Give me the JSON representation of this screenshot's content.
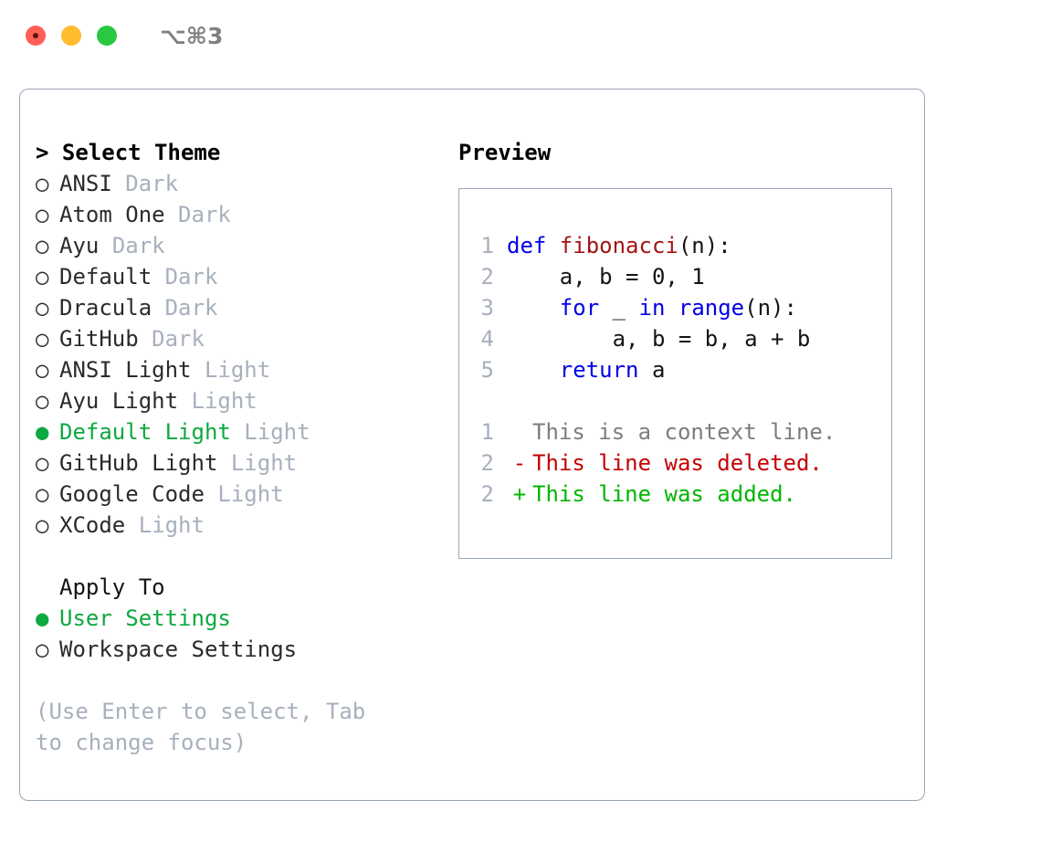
{
  "titlebar": {
    "shortcut": "⌥⌘3",
    "lights": [
      "close-light",
      "minimize-light",
      "maximize-light"
    ]
  },
  "theme_list": {
    "header": "> Select Theme",
    "bullet_selected": "●",
    "bullet_unselected": "○",
    "items": [
      {
        "name": "ANSI",
        "tag": "Dark",
        "selected": false
      },
      {
        "name": "Atom One",
        "tag": "Dark",
        "selected": false
      },
      {
        "name": "Ayu",
        "tag": "Dark",
        "selected": false
      },
      {
        "name": "Default",
        "tag": "Dark",
        "selected": false
      },
      {
        "name": "Dracula",
        "tag": "Dark",
        "selected": false
      },
      {
        "name": "GitHub",
        "tag": "Dark",
        "selected": false
      },
      {
        "name": "ANSI Light",
        "tag": "Light",
        "selected": false
      },
      {
        "name": "Ayu Light",
        "tag": "Light",
        "selected": false
      },
      {
        "name": "Default Light",
        "tag": "Light",
        "selected": true
      },
      {
        "name": "GitHub Light",
        "tag": "Light",
        "selected": false
      },
      {
        "name": "Google Code",
        "tag": "Light",
        "selected": false
      },
      {
        "name": "XCode",
        "tag": "Light",
        "selected": false
      }
    ]
  },
  "apply_to": {
    "header": "Apply To",
    "items": [
      {
        "name": "User Settings",
        "selected": true
      },
      {
        "name": "Workspace Settings",
        "selected": false
      }
    ]
  },
  "hint": "(Use Enter to select, Tab to change focus)",
  "preview": {
    "title": "Preview",
    "code_lines": [
      {
        "lno": "1",
        "segments": [
          {
            "t": "def ",
            "c": "kw"
          },
          {
            "t": "fibonacci",
            "c": "fn"
          },
          {
            "t": "(n):",
            "c": ""
          }
        ]
      },
      {
        "lno": "2",
        "segments": [
          {
            "t": "    a, b = 0, 1",
            "c": ""
          }
        ]
      },
      {
        "lno": "3",
        "segments": [
          {
            "t": "    ",
            "c": ""
          },
          {
            "t": "for",
            "c": "kw"
          },
          {
            "t": " _ ",
            "c": ""
          },
          {
            "t": "in",
            "c": "kw"
          },
          {
            "t": " ",
            "c": ""
          },
          {
            "t": "range",
            "c": "kw"
          },
          {
            "t": "(n):",
            "c": ""
          }
        ]
      },
      {
        "lno": "4",
        "segments": [
          {
            "t": "        a, b = b, a + b",
            "c": ""
          }
        ]
      },
      {
        "lno": "5",
        "segments": [
          {
            "t": "    ",
            "c": ""
          },
          {
            "t": "return",
            "c": "kw"
          },
          {
            "t": " a",
            "c": ""
          }
        ]
      }
    ],
    "diff_lines": [
      {
        "lno": "1",
        "mark": " ",
        "text": "This is a context line.",
        "kind": "ctx"
      },
      {
        "lno": "2",
        "mark": "-",
        "text": "This line was deleted.",
        "kind": "del"
      },
      {
        "lno": "2",
        "mark": "+",
        "text": "This line was added.",
        "kind": "add"
      }
    ]
  },
  "colors": {
    "selected_green": "#0ea840",
    "tag_grey": "#a7b0bd",
    "keyword_blue": "#0000e6",
    "function_red": "#a31515",
    "diff_deleted": "#c40000",
    "diff_added": "#00b500",
    "border": "#9aa6b6"
  }
}
